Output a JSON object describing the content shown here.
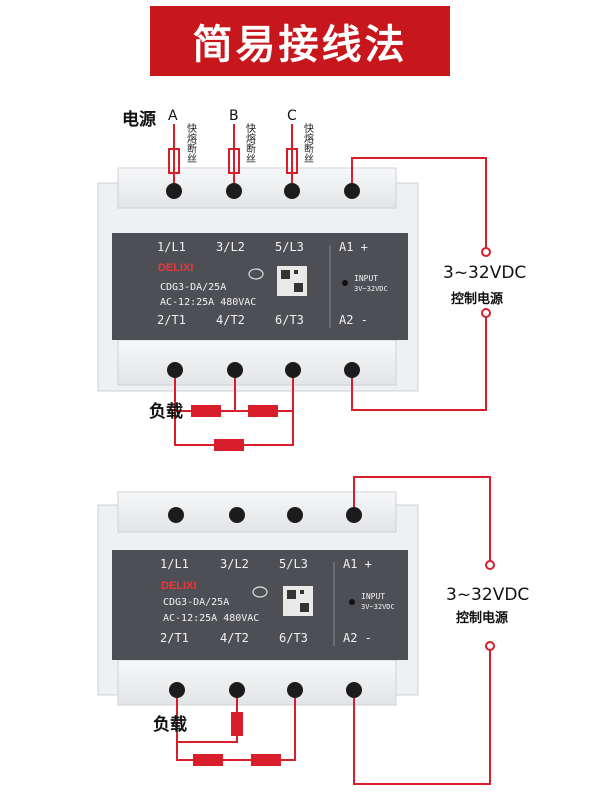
{
  "title": "简易接线法",
  "power_label": "电源",
  "phases": [
    "A",
    "B",
    "C"
  ],
  "fuse_label": "快熔断丝",
  "load_label": "负载",
  "dc_voltage": "3~32VDC",
  "control_power_label": "控制电源",
  "relay": {
    "brand": "DELIXI",
    "model": "CDG3-DA/25A",
    "rating": "AC-12:25A 480VAC",
    "input_label": "INPUT",
    "input_range": "3V~32VDC",
    "top_terminals": [
      "1/L1",
      "3/L2",
      "5/L3",
      "A1 +"
    ],
    "bottom_terminals": [
      "2/T1",
      "4/T2",
      "6/T3",
      "A2 -"
    ]
  },
  "colors": {
    "accent": "#c8161d",
    "wire": "#d81e2a",
    "panel": "#4d4f54",
    "housing": "#f1f2f4"
  }
}
